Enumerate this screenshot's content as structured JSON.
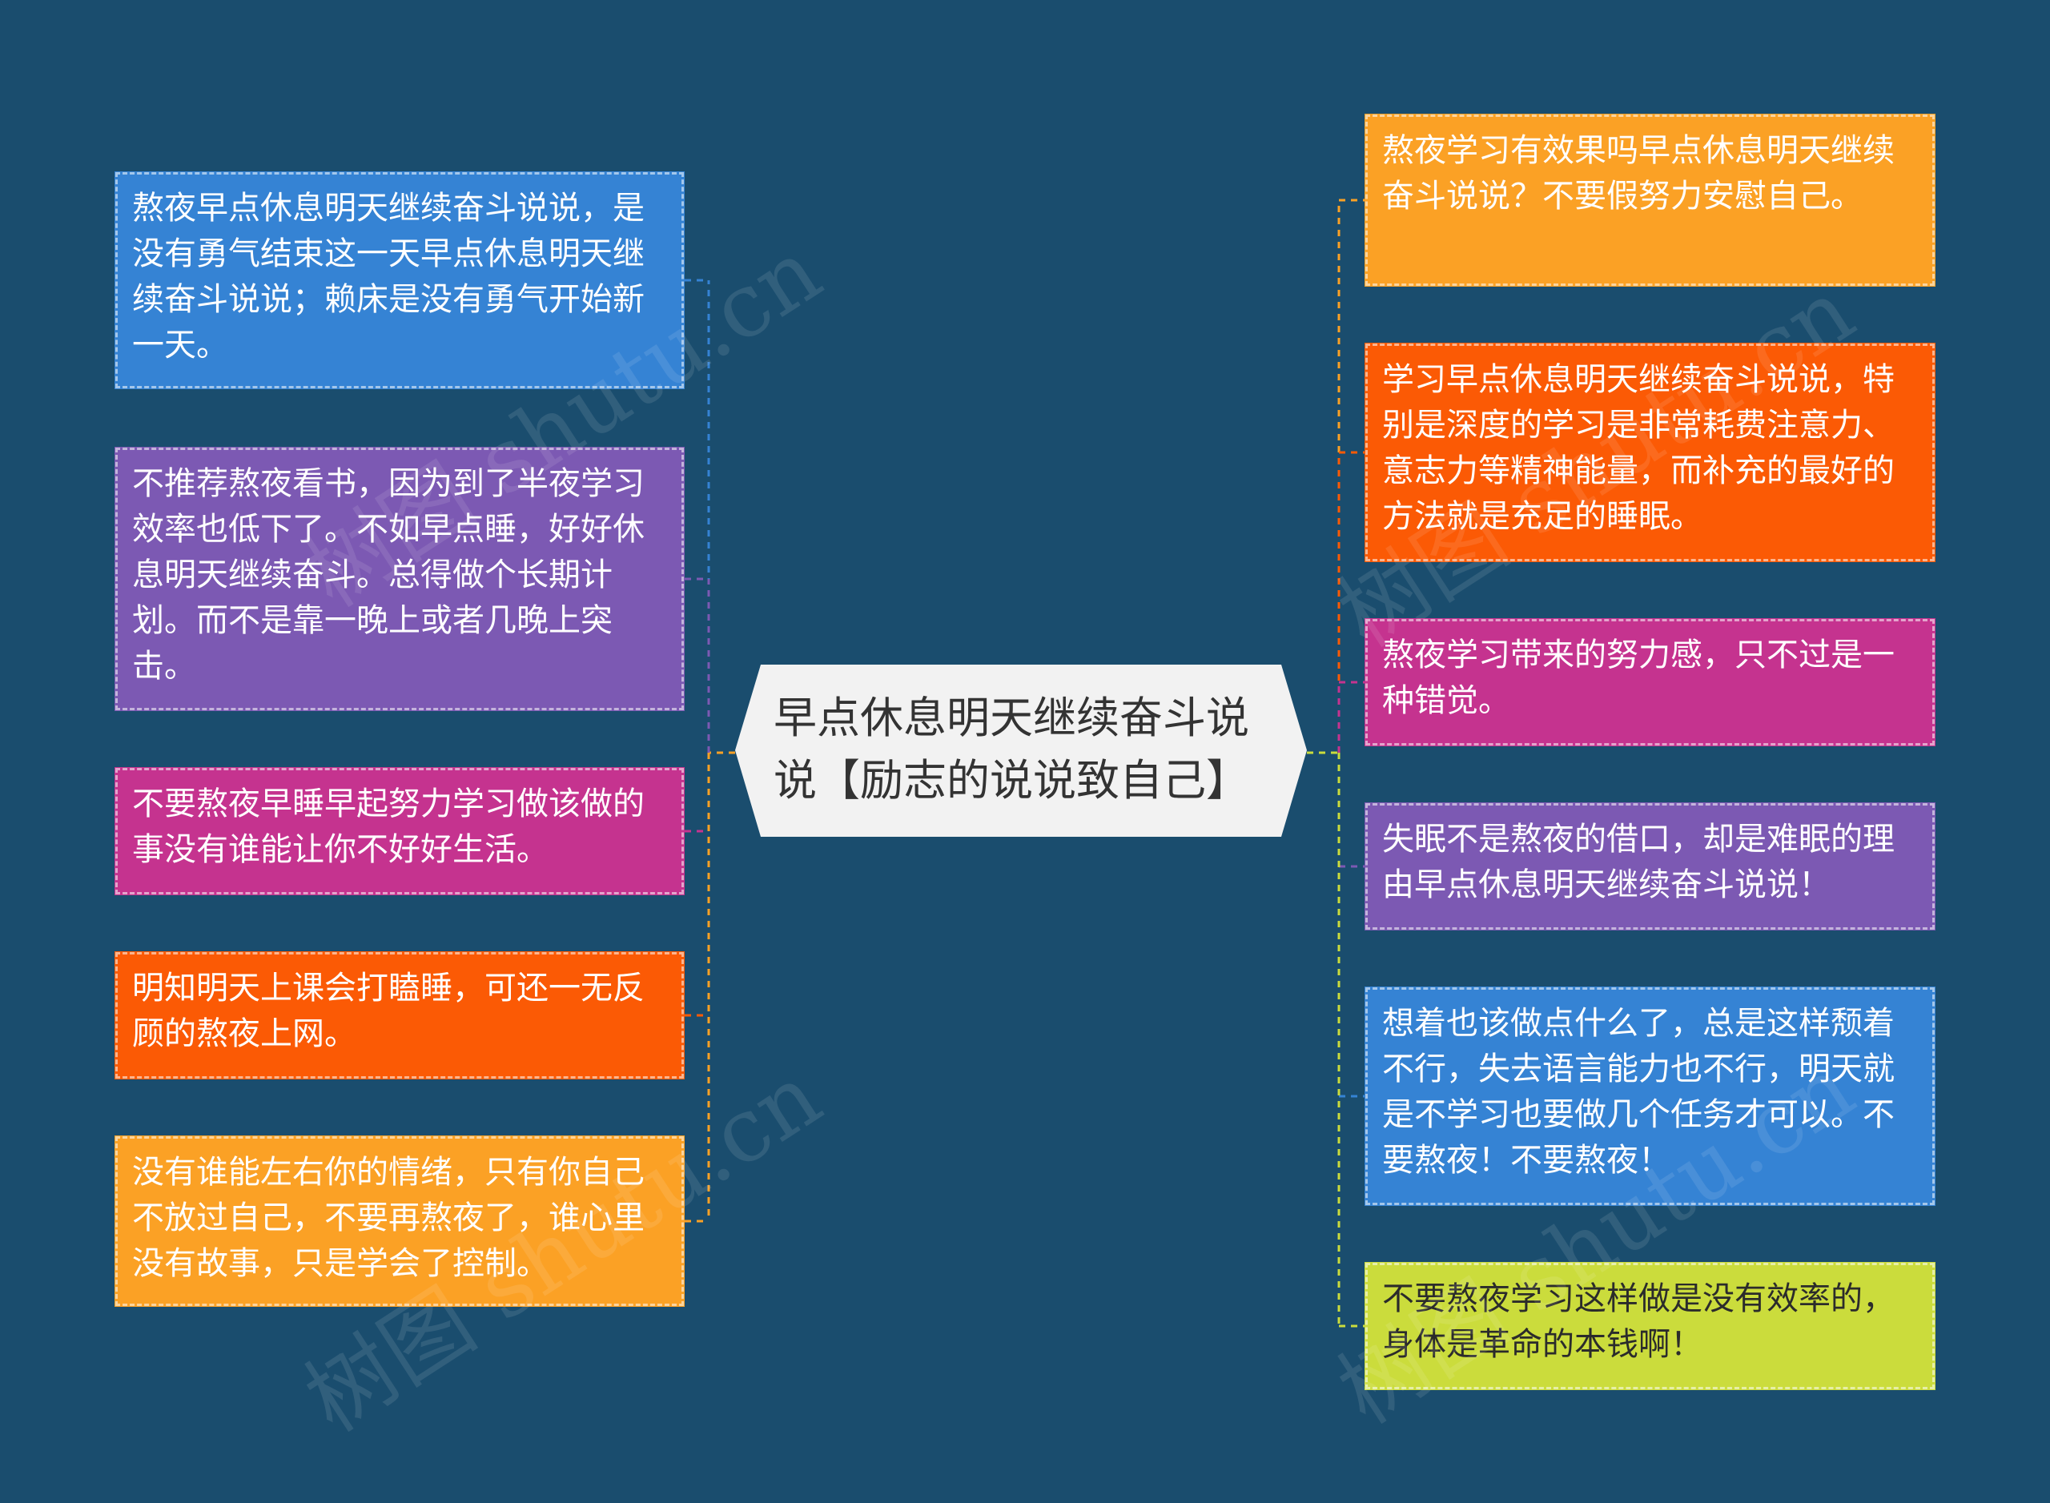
{
  "diagram": {
    "center": {
      "text": "早点休息明天继续奋斗说说【励志的说说致自己】"
    },
    "left": [
      {
        "id": "l1",
        "text": "熬夜早点休息明天继续奋斗说说，是没有勇气结束这一天早点休息明天继续奋斗说说；赖床是没有勇气开始新一天。",
        "color": "#3583d4",
        "line_color": "#3583d4"
      },
      {
        "id": "l2",
        "text": "不推荐熬夜看书，因为到了半夜学习效率也低下了。不如早点睡，好好休息明天继续奋斗。总得做个长期计划。而不是靠一晚上或者几晚上突击。",
        "color": "#7c59b3",
        "line_color": "#7c59b3"
      },
      {
        "id": "l3",
        "text": "不要熬夜早睡早起努力学习做该做的事没有谁能让你不好好生活。",
        "color": "#c5338f",
        "line_color": "#c5338f"
      },
      {
        "id": "l4",
        "text": "明知明天上课会打瞌睡，可还一无反顾的熬夜上网。",
        "color": "#fb5a05",
        "line_color": "#fb5a05"
      },
      {
        "id": "l5",
        "text": "没有谁能左右你的情绪，只有你自己不放过自己，不要再熬夜了，谁心里没有故事，只是学会了控制。",
        "color": "#fba125",
        "line_color": "#fba125"
      }
    ],
    "right": [
      {
        "id": "r1",
        "text": "熬夜学习有效果吗早点休息明天继续奋斗说说？不要假努力安慰自己。",
        "color": "#fba125",
        "line_color": "#fba125"
      },
      {
        "id": "r2",
        "text": "学习早点休息明天继续奋斗说说，特别是深度的学习是非常耗费注意力、意志力等精神能量，而补充的最好的方法就是充足的睡眠。",
        "color": "#fb5a05",
        "line_color": "#fb5a05"
      },
      {
        "id": "r3",
        "text": "熬夜学习带来的努力感，只不过是一种错觉。",
        "color": "#c5338f",
        "line_color": "#c5338f"
      },
      {
        "id": "r4",
        "text": "失眠不是熬夜的借口，却是难眠的理由早点休息明天继续奋斗说说！",
        "color": "#7c59b3",
        "line_color": "#7c59b3"
      },
      {
        "id": "r5",
        "text": "想着也该做点什么了，总是这样颓着不行，失去语言能力也不行，明天就是不学习也要做几个任务才可以。不要熬夜！不要熬夜！",
        "color": "#3583d4",
        "line_color": "#3583d4"
      },
      {
        "id": "r6",
        "text": "不要熬夜学习这样做是没有效率的，身体是革命的本钱啊！",
        "color": "#cbdc3c",
        "line_color": "#cbdc3c",
        "dark_text": true
      }
    ],
    "watermark": "树图 shutu.cn",
    "trunk_colors": {
      "left": "#fba125",
      "right": "#cbdc3c"
    },
    "center_fill": "#f2f2f2"
  }
}
